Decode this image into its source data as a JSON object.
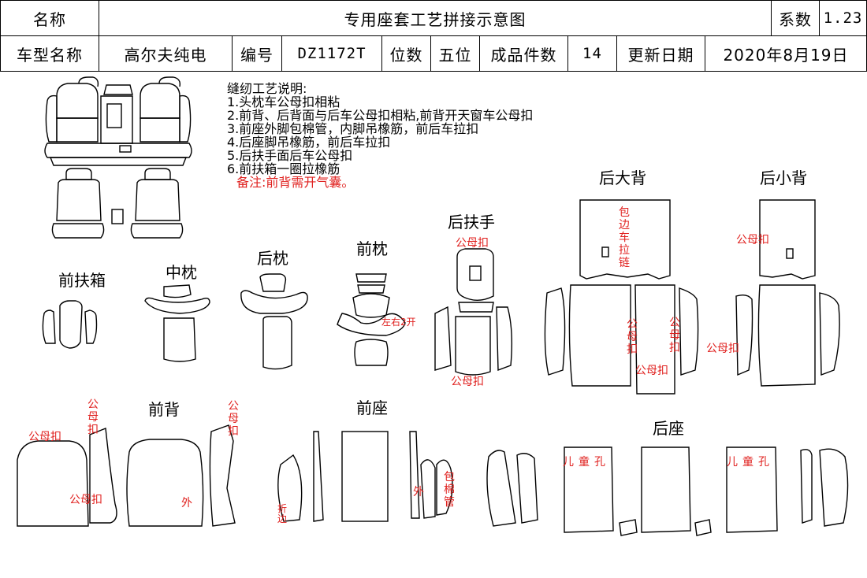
{
  "header": {
    "name_label": "名称",
    "title": "专用座套工艺拼接示意图",
    "coef_label": "系数",
    "coef_value": "1.23",
    "model_label": "车型名称",
    "model_value": "高尔夫纯电",
    "code_label": "编号",
    "code_value": "DZ1172T",
    "seats_label": "位数",
    "seats_value": "五位",
    "pieces_label": "成品件数",
    "pieces_value": "14",
    "date_label": "更新日期",
    "date_value": "2020年8月19日"
  },
  "notes": {
    "heading": "缝纫工艺说明:",
    "items": [
      "1.头枕车公母扣相粘",
      "2.前背、后背面与后车公母扣相粘,前背开天窗车公母扣",
      "3.前座外脚包棉管，内脚吊橡筋，前后车拉扣",
      "4.后座脚吊橡筋，前后车拉扣",
      "5.后扶手面后车公母扣",
      "6.前扶箱一圈拉橡筋"
    ],
    "remark": "备注:前背需开气囊。"
  },
  "sections": {
    "front_armbox": "前扶箱",
    "mid_pillow": "中枕",
    "rear_pillow": "后枕",
    "front_pillow": "前枕",
    "rear_armrest": "后扶手",
    "rear_big_back": "后大背",
    "rear_small_back": "后小背",
    "front_back": "前背",
    "front_seat": "前座",
    "rear_seat": "后座"
  },
  "annotations": {
    "snap": "公母扣",
    "edge_zipper": "包边车拉链",
    "left_right_open": "左右2开",
    "outer": "外",
    "fold_edge": "折边",
    "wrap_tube": "包棉管",
    "child_hole": "儿童孔"
  },
  "colors": {
    "annotation_red": "#e0211f",
    "line": "#000000"
  }
}
